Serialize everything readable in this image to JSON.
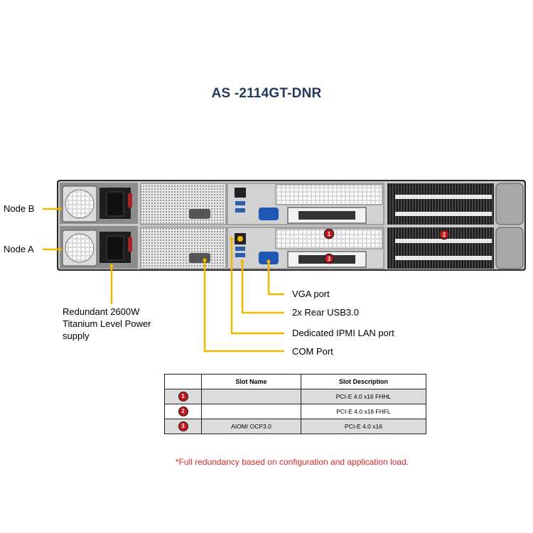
{
  "title": "AS -2114GT-DNR",
  "nodes": [
    {
      "label": "Node B"
    },
    {
      "label": "Node A"
    }
  ],
  "psu_label_lines": [
    "Redundant  2600W",
    "Titanium  Level Power",
    "supply"
  ],
  "callouts": {
    "vga": "VGA port",
    "usb": "2x Rear USB3.0",
    "ipmi": "Dedicated IPMI  LAN port",
    "com": "COM Port"
  },
  "markers": [
    "1",
    "2",
    "3"
  ],
  "table": {
    "headers": [
      "",
      "Slot Name",
      "Slot Description"
    ],
    "rows": [
      {
        "badge": "1",
        "name": "",
        "description": "PCI-E 4.0 x16 FHHL"
      },
      {
        "badge": "2",
        "name": "",
        "description": "PCI-E 4.0 x16 FHFL"
      },
      {
        "badge": "3",
        "name": "AIOM/ OCP3.0",
        "description": "PCI-E 4.0 x16"
      }
    ]
  },
  "footnote": "*Full redundancy based on configuration and application load.",
  "colors": {
    "title": "#1f3a5c",
    "callout_line": "#f2b800",
    "badge": "#c8151b",
    "footnote": "#d12a2a"
  }
}
